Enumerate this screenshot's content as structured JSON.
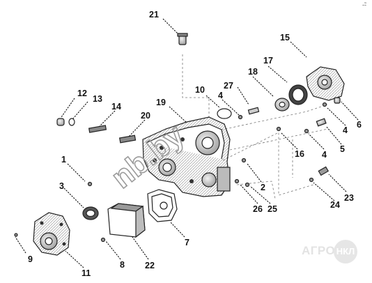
{
  "diagram": {
    "callouts": [
      "1",
      "2",
      "3",
      "4",
      "4",
      "4",
      "5",
      "6",
      "7",
      "8",
      "9",
      "10",
      "11",
      "12",
      "13",
      "14",
      "15",
      "16",
      "17",
      "18",
      "19",
      "20",
      "21",
      "22",
      "23",
      "24",
      "25",
      "26",
      "27"
    ]
  },
  "watermark": {
    "text": "nb.by"
  },
  "brand": {
    "text_left": "АГРО",
    "text_badge": "НКЛ"
  },
  "corner_mark": "-̃-"
}
